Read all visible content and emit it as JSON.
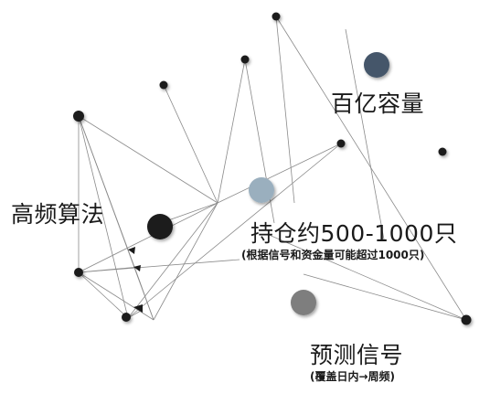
{
  "labels": {
    "bai_yi": "百亿容量",
    "gao_pin": "高频算法",
    "hold": "持仓约500-1000只",
    "hold_sub": "(根据信号和资金量可能超过1000只)",
    "predict": "预测信号",
    "predict_sub": "(覆盖日内→周频)"
  },
  "colors": {
    "node_dark": "#1a1a1a",
    "node_slate": "#44566a",
    "node_light": "#9aafbe",
    "node_gray": "#7e7e7e",
    "line": "#8a8a8a",
    "text": "#1a1a1a"
  }
}
